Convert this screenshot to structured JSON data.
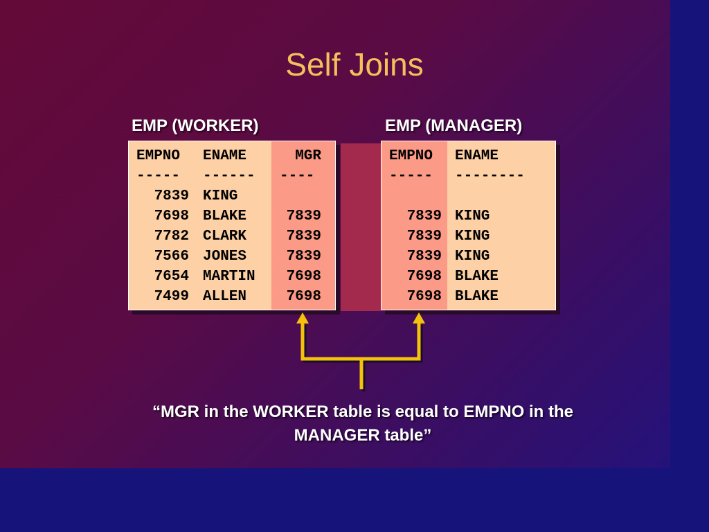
{
  "title": "Self Joins",
  "worker": {
    "label": "EMP (WORKER)",
    "headers": [
      "EMPNO",
      "ENAME",
      "MGR"
    ],
    "dashes": [
      "-----",
      "------",
      "----"
    ],
    "rows": [
      [
        "7839",
        "KING",
        ""
      ],
      [
        "7698",
        "BLAKE",
        "7839"
      ],
      [
        "7782",
        "CLARK",
        "7839"
      ],
      [
        "7566",
        "JONES",
        "7839"
      ],
      [
        "7654",
        "MARTIN",
        "7698"
      ],
      [
        "7499",
        "ALLEN",
        "7698"
      ]
    ]
  },
  "manager": {
    "label": "EMP (MANAGER)",
    "headers": [
      "EMPNO",
      "ENAME"
    ],
    "dashes": [
      "-----",
      "--------"
    ],
    "rows": [
      [
        "",
        ""
      ],
      [
        "7839",
        "KING"
      ],
      [
        "7839",
        "KING"
      ],
      [
        "7839",
        "KING"
      ],
      [
        "7698",
        "BLAKE"
      ],
      [
        "7698",
        "BLAKE"
      ]
    ]
  },
  "caption": {
    "line1": "“MGR in the WORKER table is equal to EMPNO in the",
    "line2": "MANAGER table”"
  },
  "colors": {
    "title": "#f3c15c",
    "table_fill": "#fdd0a5",
    "column_highlight": "#fb9a86",
    "arrow": "#f4c20d"
  }
}
